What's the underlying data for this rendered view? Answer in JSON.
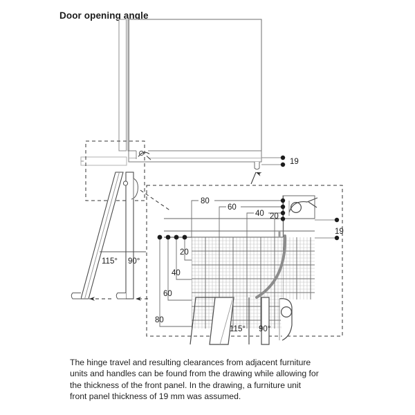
{
  "page": {
    "title": "Door opening angle",
    "background_color": "#ffffff",
    "line_color": "#3a3a3a",
    "light_line_color": "#b8b8b8",
    "grid_color": "#9a9a9a",
    "text_color": "#1a1a1a"
  },
  "caption": {
    "text": "The hinge travel and resulting clearances from adjacent furniture units and handles can be found from the drawing while allowing for the thickness of the front panel. In the drawing, a furniture unit front panel thickness of 19 mm was assumed."
  },
  "drawing": {
    "upper_view": {
      "panel_thickness_label": "19",
      "angles": [
        {
          "label": "115°"
        },
        {
          "label": "90°"
        }
      ]
    },
    "lower_view": {
      "panel_thickness_label": "19",
      "horizontal_dimensions": [
        "80",
        "60",
        "40",
        "20"
      ],
      "vertical_dimensions": [
        "20",
        "40",
        "60",
        "80"
      ],
      "angles": [
        {
          "label": "115°"
        },
        {
          "label": "90°"
        }
      ],
      "grid": {
        "minor_step_mm": 5,
        "major_step_mm": 20
      }
    }
  }
}
